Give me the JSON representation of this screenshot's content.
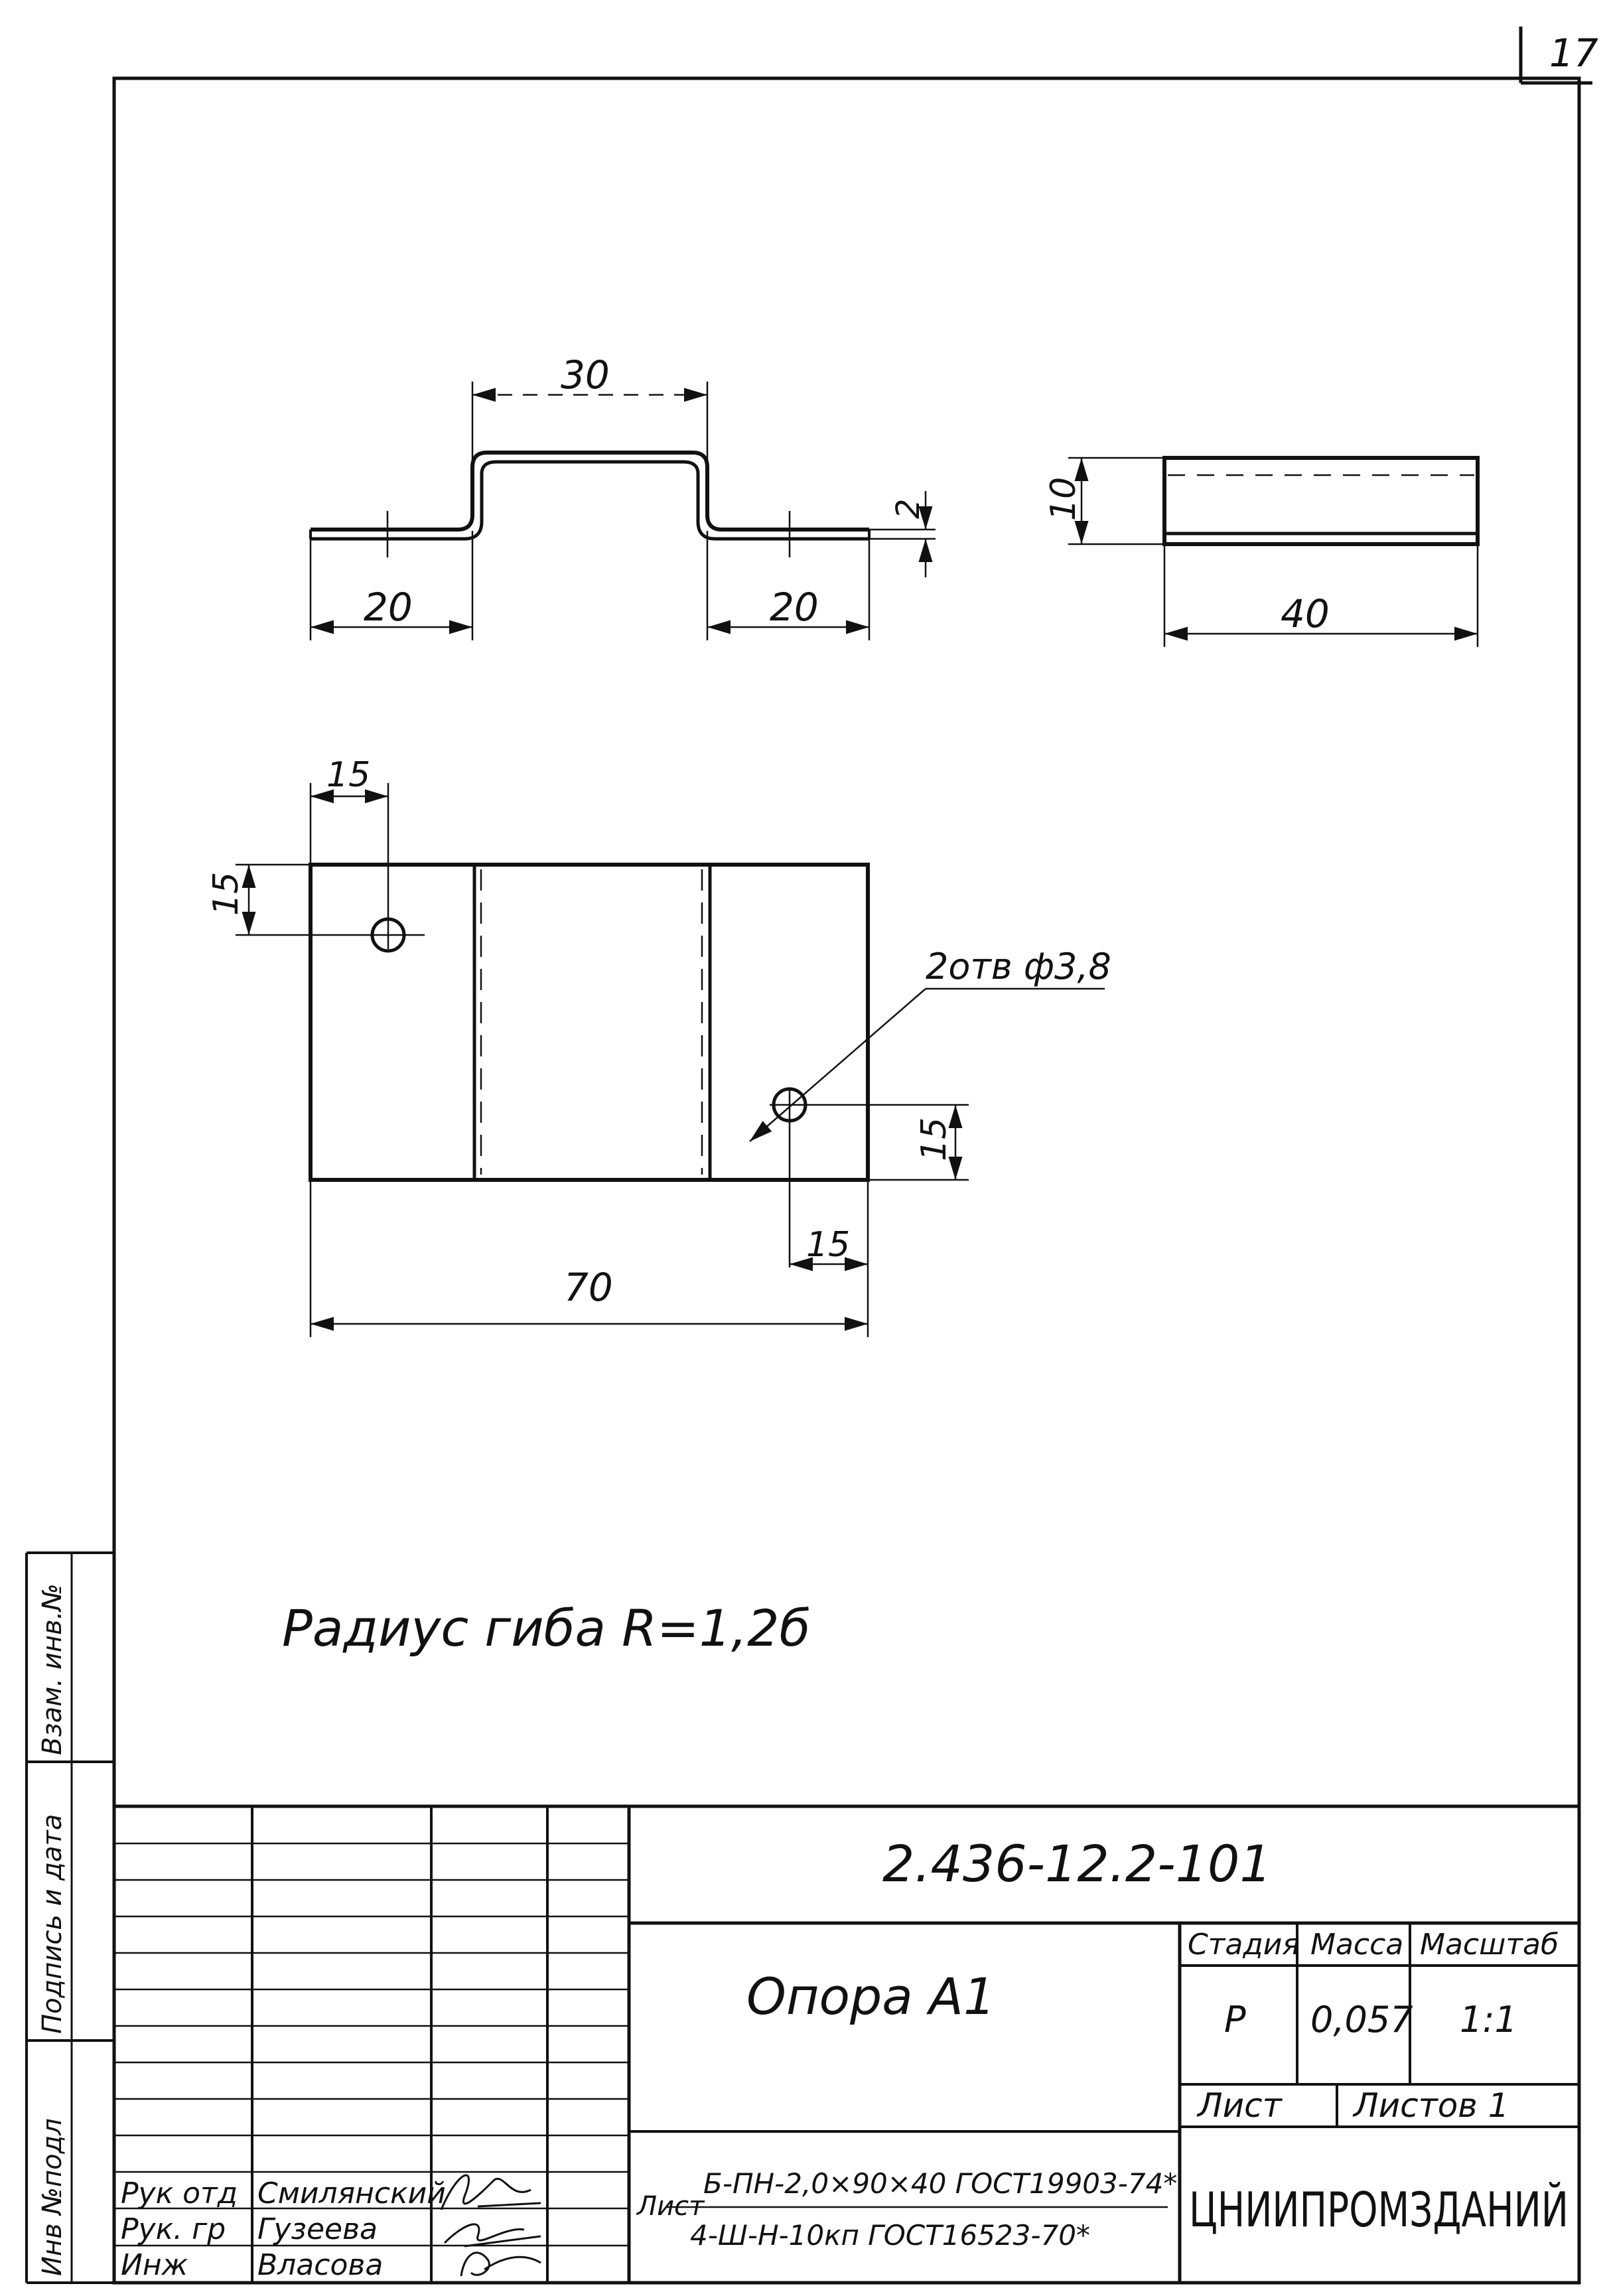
{
  "sheet": {
    "page_number": "17",
    "note": "Радиус гиба R=1,2б"
  },
  "side_view": {
    "dim_top": "30",
    "dim_left": "20",
    "dim_right": "20",
    "dim_thickness": "2"
  },
  "end_view": {
    "dim_height": "10",
    "dim_length": "40"
  },
  "plan_view": {
    "dim_hole_offset_x": "15",
    "dim_hole_offset_y": "15",
    "hole_callout": "2отв ф3,8",
    "dim_right_y": "15",
    "dim_right_x": "15",
    "dim_total": "70"
  },
  "side_strip": {
    "label_1": "Инв №подл",
    "label_2": "Подпись и дата",
    "label_3": "Взам. инв.№"
  },
  "title_block": {
    "designation": "2.436-12.2-101",
    "name": "Опора А1",
    "stage_header": "Стадия",
    "mass_header": "Масса",
    "scale_header": "Масштаб",
    "stage": "Р",
    "mass": "0,057",
    "scale": "1:1",
    "sheet_label": "Лист",
    "sheets_label": "Листов 1",
    "material_prefix": "Лист",
    "material_top": "Б-ПН-2,0×90×40 ГОСТ19903-74*",
    "material_bottom": "4-Ш-Н-10кп ГОСТ16523-70*",
    "organization": "ЦНИИПРОМЗДАНИЙ",
    "roles": [
      {
        "role": "Рук отд",
        "name": "Смилянский"
      },
      {
        "role": "Рук. гр",
        "name": "Гузеева"
      },
      {
        "role": "Инж",
        "name": "Власова"
      }
    ]
  }
}
